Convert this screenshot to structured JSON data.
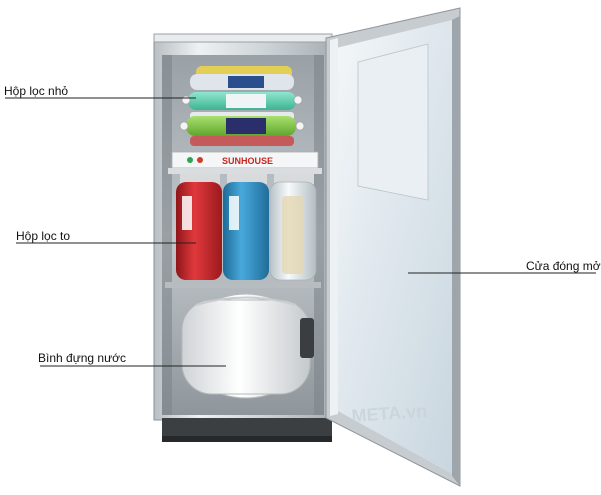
{
  "labels": {
    "small_filter": "Hộp lọc nhỏ",
    "large_filter": "Hộp lọc to",
    "water_tank": "Bình đựng nước",
    "door": "Cửa đóng mở"
  },
  "brand": {
    "panel_text": "SUNHOUSE",
    "watermark": "META.vn"
  },
  "colors": {
    "steel": "#d9dde0",
    "red_housing": "#c8262b",
    "blue_housing": "#2f8fc4",
    "clear_housing": "#e8eef0",
    "tank": "#f2f2f2",
    "cyan_filter": "#5fd1b5",
    "green_filter": "#7fc94a"
  }
}
